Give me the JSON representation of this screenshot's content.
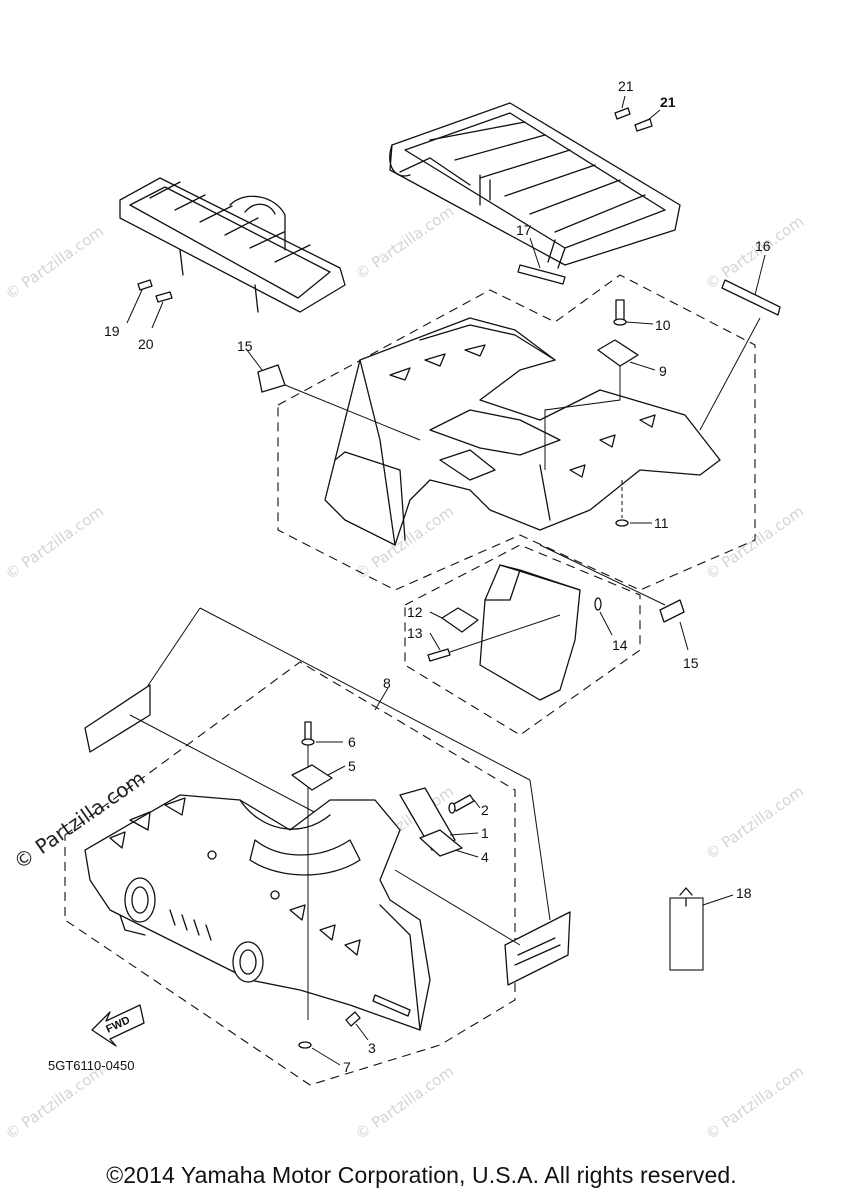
{
  "watermark": {
    "small": "© Partzilla.com",
    "large": "© Partzilla.com"
  },
  "callouts": {
    "c1": "1",
    "c2": "2",
    "c3": "3",
    "c4": "4",
    "c5": "5",
    "c6": "6",
    "c7": "7",
    "c8": "8",
    "c9": "9",
    "c10": "10",
    "c11": "11",
    "c12": "12",
    "c13": "13",
    "c14": "14",
    "c15a": "15",
    "c15b": "15",
    "c16": "16",
    "c17": "17",
    "c18": "18",
    "c19": "19",
    "c20": "20",
    "c21a": "21",
    "c21b": "21"
  },
  "labels": {
    "fwd": "FWD",
    "part_number": "5GT6110-0450",
    "copyright": "©2014 Yamaha Motor Corporation, U.S.A. All rights reserved."
  }
}
